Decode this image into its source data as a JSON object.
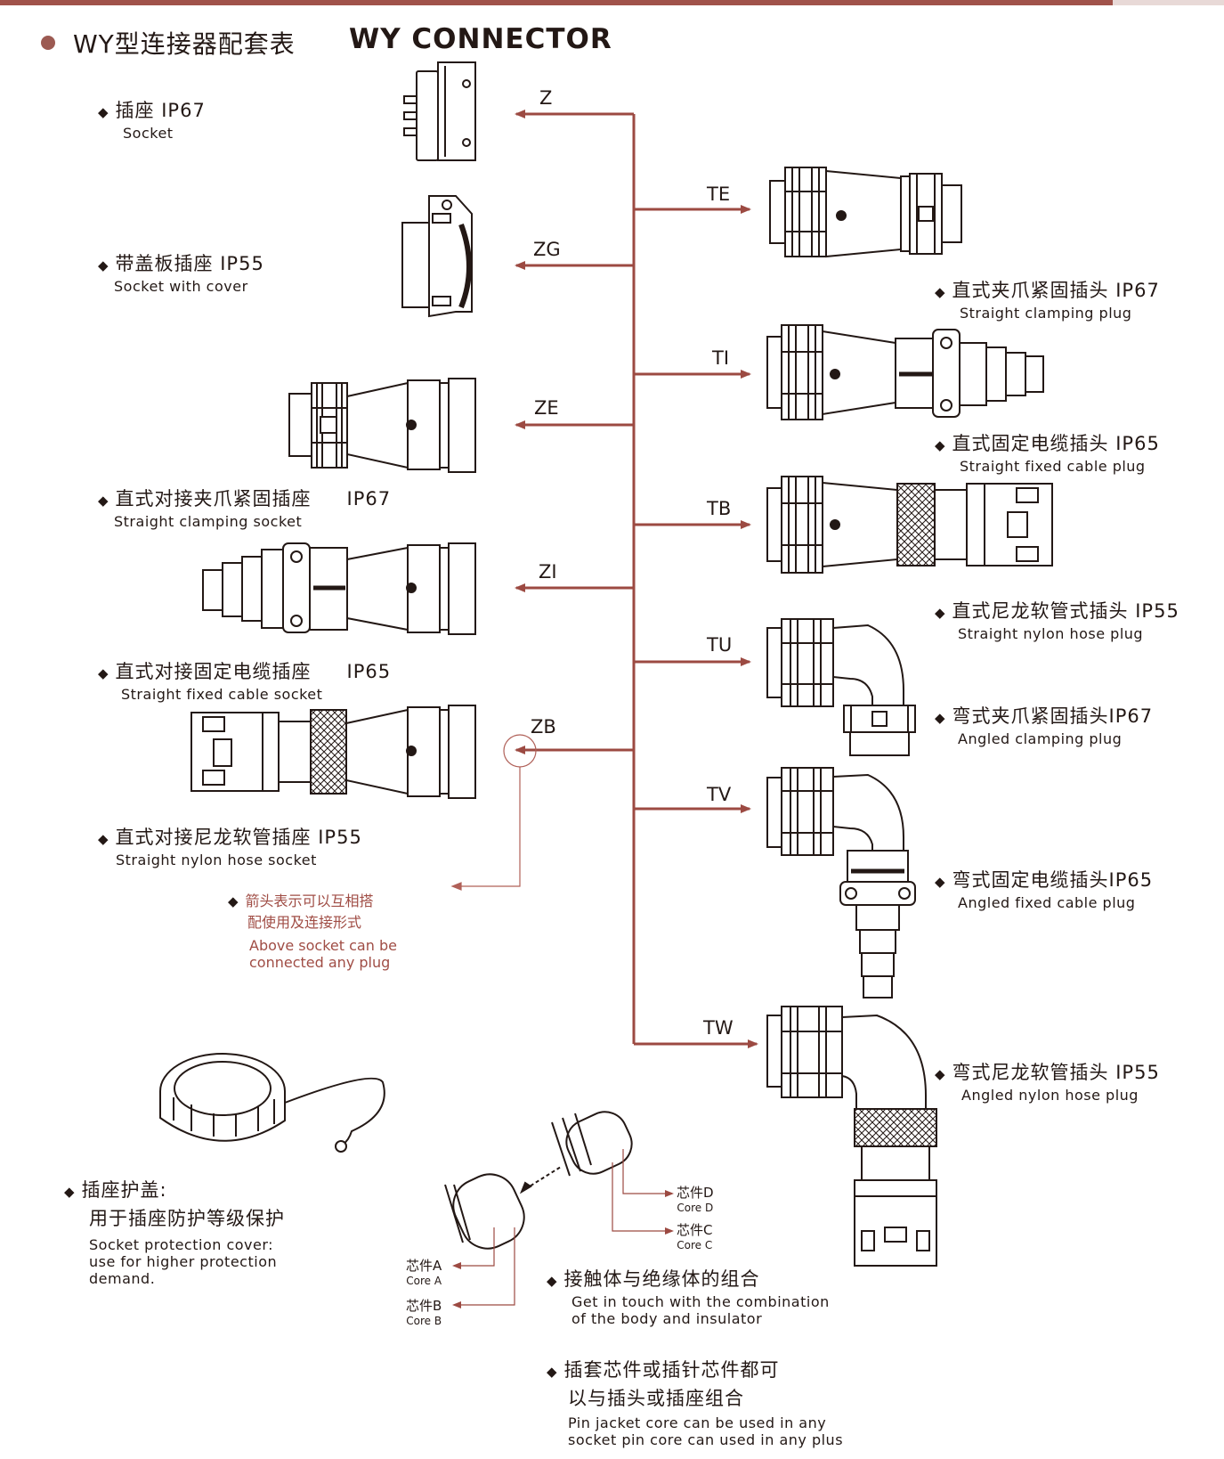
{
  "header": {
    "title_cn": "WY型连接器配套表",
    "title_en": "WY CONNECTOR"
  },
  "colors": {
    "accent": "#a0524a",
    "line": "#9c4a42",
    "text": "#231815",
    "note": "#a04d45"
  },
  "left_items": [
    {
      "code": "Z",
      "cn": "插座 IP67",
      "ip": "",
      "en": "Socket"
    },
    {
      "code": "ZG",
      "cn": "带盖板插座 IP55",
      "ip": "",
      "en": "Socket  with cover"
    },
    {
      "code": "ZE",
      "cn": "直式对接夹爪紧固插座",
      "ip": "IP67",
      "en": "Straight clamping socket"
    },
    {
      "code": "ZI",
      "cn": "直式对接固定电缆插座",
      "ip": "IP65",
      "en": "Straight fixed cable  socket"
    },
    {
      "code": "ZB",
      "cn": "直式对接尼龙软管插座  IP55",
      "ip": "",
      "en": "Straight  nylon  hose  socket"
    }
  ],
  "right_items": [
    {
      "code": "TE",
      "cn": "直式夹爪紧固插头 IP67",
      "en": "Straight clamping plug"
    },
    {
      "code": "TI",
      "cn": "直式固定电缆插头 IP65",
      "en": "Straight fixed cable  plug"
    },
    {
      "code": "TB",
      "cn": "直式尼龙软管式插头  IP55",
      "en": "Straight  nylon  hose  plug"
    },
    {
      "code": "TU",
      "cn": "弯式夹爪紧固插头IP67",
      "en": "Angled clamping  plug"
    },
    {
      "code": "TV",
      "cn": "弯式固定电缆插头IP65",
      "en": "Angled fixed cable  plug"
    },
    {
      "code": "TW",
      "cn": "弯式尼龙软管插头 IP55",
      "en": "Angled nylon hose plug"
    }
  ],
  "note": {
    "cn_line1": "箭头表示可以互相搭",
    "cn_line2": "配使用及连接形式",
    "en_line1": "Above socket can be",
    "en_line2": "connected any plug"
  },
  "cover": {
    "cn_line1": "插座护盖:",
    "cn_line2": "用于插座防护等级保护",
    "en_line1": "Socket  protection cover:",
    "en_line2": "use for higher protection",
    "en_line3": "demand."
  },
  "cores": {
    "a_cn": "芯件A",
    "a_en": "Core A",
    "b_cn": "芯件B",
    "b_en": "Core B",
    "c_cn": "芯件C",
    "c_en": "Core C",
    "d_cn": "芯件D",
    "d_en": "Core D"
  },
  "combo": {
    "cn": "接触体与绝缘体的组合",
    "en_line1": "Get in touch with the combination",
    "en_line2": "of the body and insulator"
  },
  "pin": {
    "cn_line1": "插套芯件或插针芯件都可",
    "cn_line2": "以与插头或插座组合",
    "en_line1": "Pin jacket core can be used in any",
    "en_line2": "socket pin core can used in any plus"
  }
}
